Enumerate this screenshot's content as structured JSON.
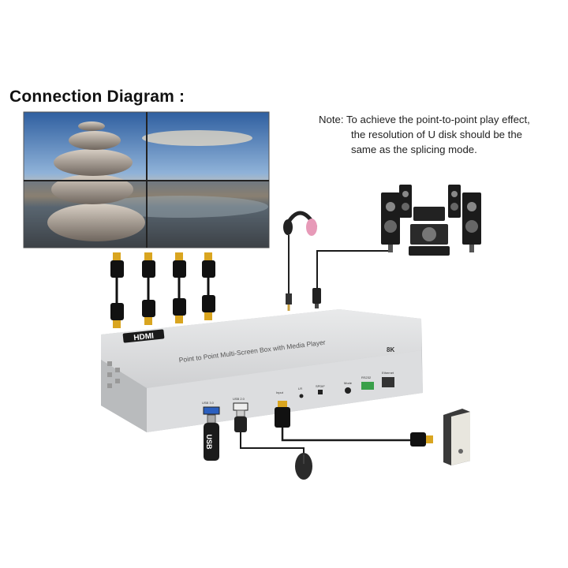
{
  "title": "Connection Diagram :",
  "note": {
    "line1": "Note: To achieve the point-to-point play effect,",
    "line2": "the resolution of U disk should be the",
    "line3": "same as the splicing mode."
  },
  "device": {
    "brand": "HDMI",
    "model_text": "Point to Point Multi-Screen Box with Media Player",
    "resolution_badge": "8K",
    "ports": {
      "usb30": "USB 3.0",
      "usb20": "USB 2.0",
      "hdmi_in": "Input",
      "lr": "LR",
      "spdif": "SPDIF",
      "mode": "Mode",
      "rs232": "RS232",
      "ethernet": "Ethernet"
    }
  },
  "usb_stick_label": "USB",
  "colors": {
    "device_body": "#d9dadc",
    "device_top": "#eceded",
    "cable": "#1a1a1a",
    "hdmi_gold": "#d9a520",
    "terminal_green": "#3aa04a",
    "headphone_pink": "#e79ab8"
  }
}
